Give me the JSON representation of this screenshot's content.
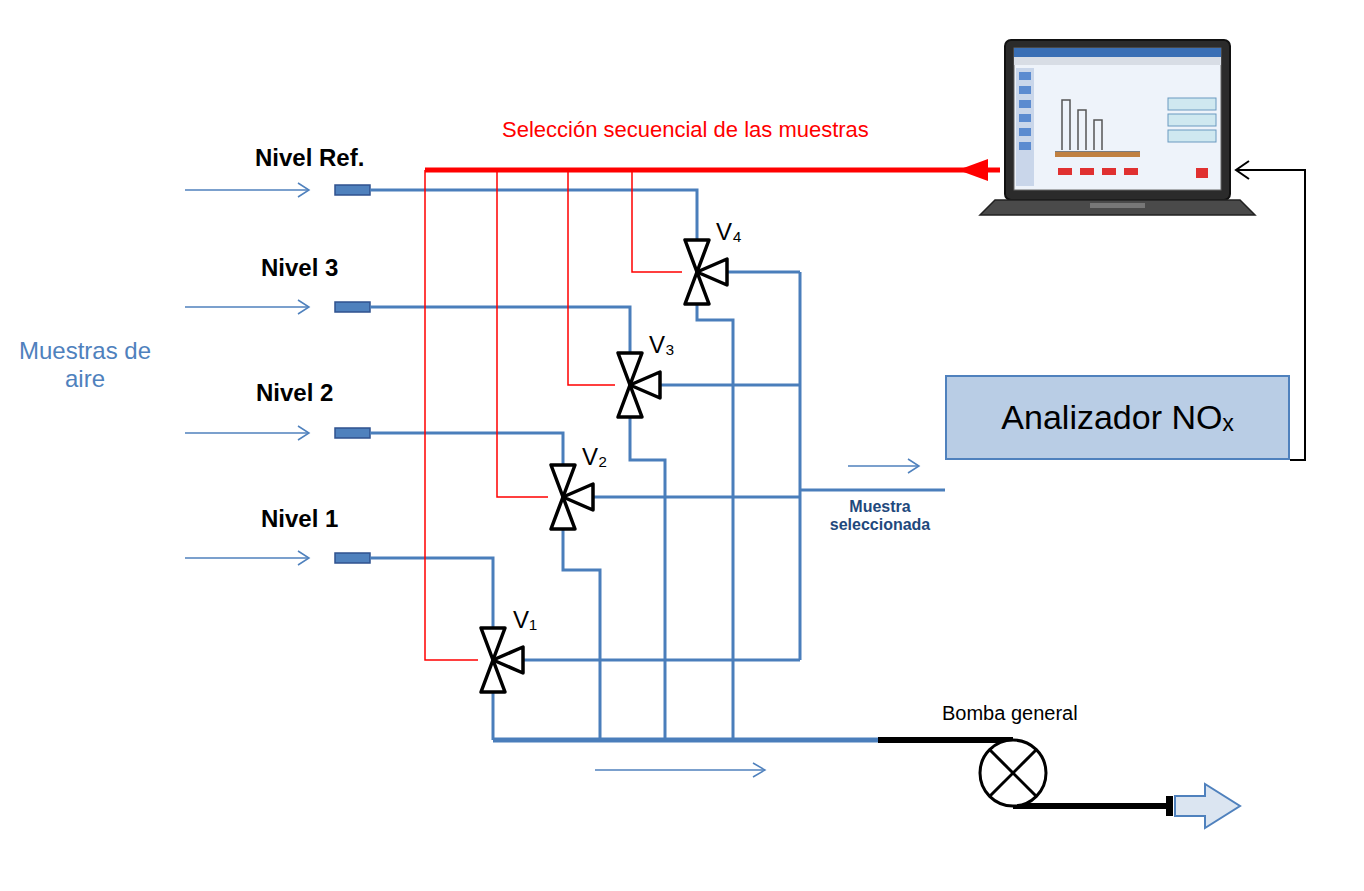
{
  "diagram": {
    "nodes": [
      {
        "text": [
          "Analizador NOₓ"
        ]
      }
    ],
    "labels": [
      "Selección secuencial de las muestras",
      "Nivel Ref.",
      "Nivel 3",
      "Nivel 2",
      "Nivel 1",
      "Muestras de aire",
      "V₄",
      "V₃",
      "V₂",
      "V₁",
      "Muestra seleccionada",
      "Bomba general"
    ]
  }
}
